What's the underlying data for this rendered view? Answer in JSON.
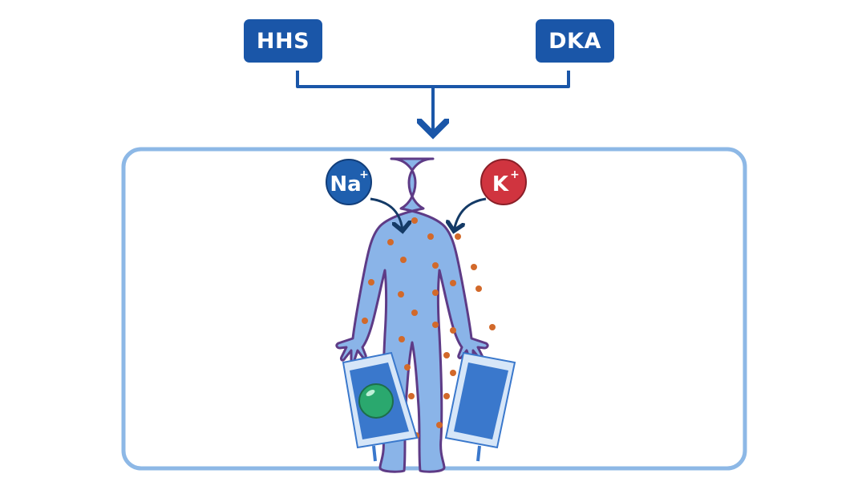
{
  "labels": {
    "left": "HHS",
    "right": "DKA"
  },
  "ions": {
    "sodium": "Na",
    "potassium": "K",
    "charge": "+"
  },
  "colors": {
    "label_bg": "#1a56a8",
    "frame": "#8db8e6",
    "body_fill": "#8ab4e8",
    "body_outline": "#5e3b86",
    "sodium": "#1f5fae",
    "potassium": "#d0343f",
    "dots": "#d2692a",
    "glucose_ball": "#2aa86e",
    "iv_bag": "#3a78cc"
  }
}
